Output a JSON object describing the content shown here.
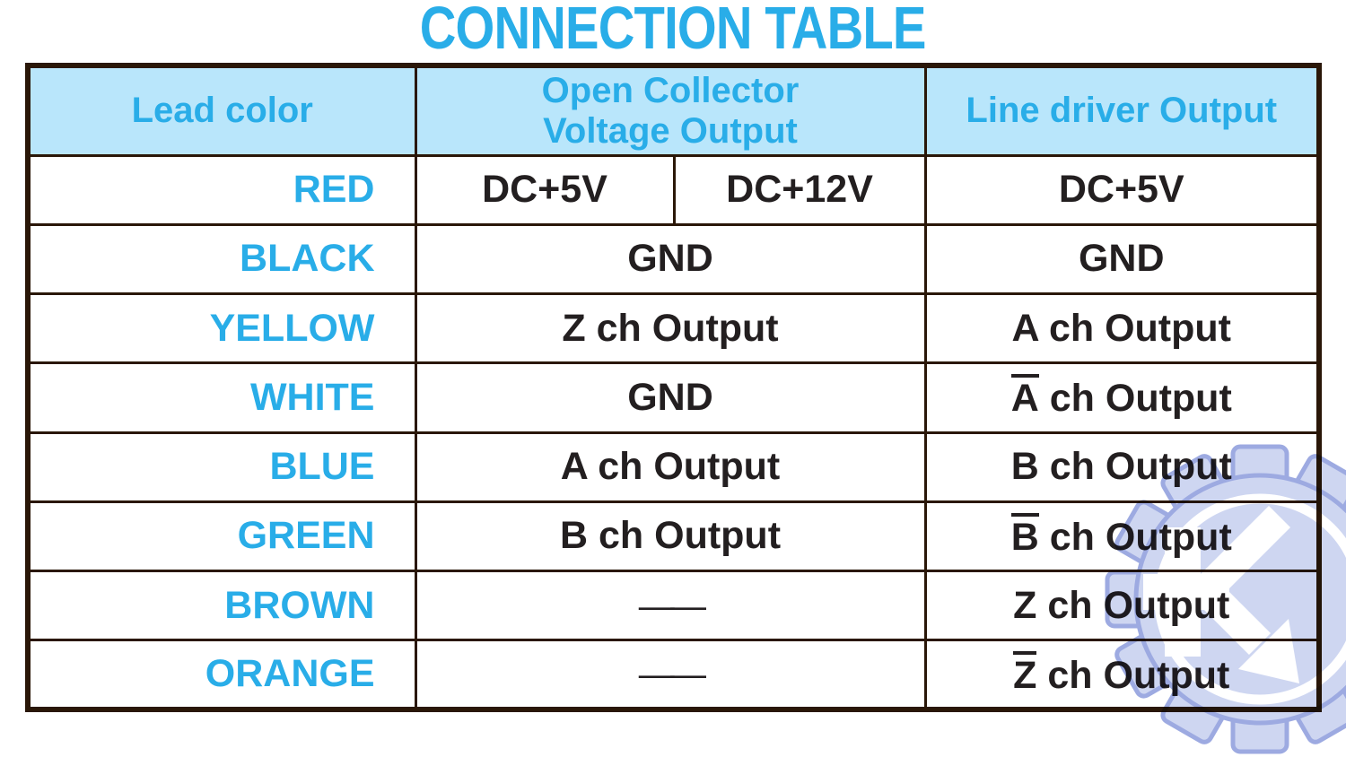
{
  "title": "CONNECTION TABLE",
  "colors": {
    "accent_cyan": "#29ADE8",
    "header_background": "#B9E6FB",
    "body_text": "#231F20",
    "table_border": "#2A1708",
    "watermark_fill": "#CCD4F1",
    "watermark_outline": "#98A6E0"
  },
  "table": {
    "headers": {
      "lead": "Lead color",
      "open_collector_line1": "Open Collector",
      "open_collector_line2": "Voltage Output",
      "line_driver": "Line driver Output"
    },
    "rows": [
      {
        "lead": "RED",
        "oc1": {
          "pre": "",
          "text": "DC+5V"
        },
        "oc2": {
          "pre": "",
          "text": "DC+12V"
        },
        "ld": {
          "pre": "",
          "text": "DC+5V"
        }
      },
      {
        "lead": "BLACK",
        "oc": {
          "pre": "",
          "text": "GND"
        },
        "ld": {
          "pre": "",
          "text": "GND"
        }
      },
      {
        "lead": "YELLOW",
        "oc": {
          "pre": "",
          "text": "Z ch Output"
        },
        "ld": {
          "pre": "",
          "text": "A ch Output"
        }
      },
      {
        "lead": "WHITE",
        "oc": {
          "pre": "",
          "text": "GND"
        },
        "ld": {
          "pre": "A",
          "text": " ch Output"
        }
      },
      {
        "lead": "BLUE",
        "oc": {
          "pre": "",
          "text": "A ch Output"
        },
        "ld": {
          "pre": "",
          "text": "B ch Output"
        }
      },
      {
        "lead": "GREEN",
        "oc": {
          "pre": "",
          "text": "B ch Output"
        },
        "ld": {
          "pre": "B",
          "text": " ch Output"
        }
      },
      {
        "lead": "BROWN",
        "oc": {
          "pre": "",
          "text": "",
          "dash": "——"
        },
        "ld": {
          "pre": "",
          "text": "Z ch Output"
        }
      },
      {
        "lead": "ORANGE",
        "oc": {
          "pre": "",
          "text": "",
          "dash": "——"
        },
        "ld": {
          "pre": "Z",
          "text": " ch Output"
        }
      }
    ]
  },
  "watermark": {
    "name": "gear-k-logo"
  }
}
